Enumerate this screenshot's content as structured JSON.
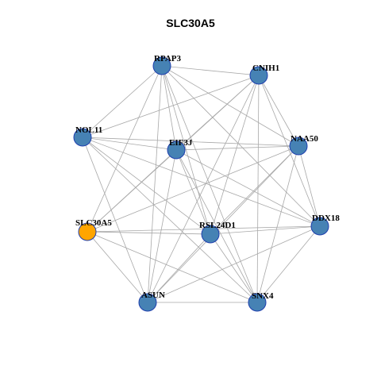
{
  "title": "SLC30A5",
  "colors": {
    "default_node": "#4682b4",
    "highlight_node": "#ffa500",
    "edge": "#a8a8a8",
    "node_border": "#1f3fae"
  },
  "nodes": [
    {
      "id": "RPAP3",
      "label": "RPAP3",
      "highlight": false
    },
    {
      "id": "CNIH1",
      "label": "CNIH1",
      "highlight": false
    },
    {
      "id": "NOL11",
      "label": "NOL11",
      "highlight": false
    },
    {
      "id": "EIF3J",
      "label": "EIF3J",
      "highlight": false
    },
    {
      "id": "NAA50",
      "label": "NAA50",
      "highlight": false
    },
    {
      "id": "SLC30A5",
      "label": "SLC30A5",
      "highlight": true
    },
    {
      "id": "RSL24D1",
      "label": "RSL24D1",
      "highlight": false
    },
    {
      "id": "DDX18",
      "label": "DDX18",
      "highlight": false
    },
    {
      "id": "ASUN",
      "label": "ASUN",
      "highlight": false
    },
    {
      "id": "SNX4",
      "label": "SNX4",
      "highlight": false
    }
  ],
  "edges": [
    [
      "RPAP3",
      "CNIH1"
    ],
    [
      "RPAP3",
      "NOL11"
    ],
    [
      "RPAP3",
      "NAA50"
    ],
    [
      "RPAP3",
      "EIF3J"
    ],
    [
      "RPAP3",
      "SLC30A5"
    ],
    [
      "RPAP3",
      "RSL24D1"
    ],
    [
      "RPAP3",
      "DDX18"
    ],
    [
      "RPAP3",
      "ASUN"
    ],
    [
      "RPAP3",
      "SNX4"
    ],
    [
      "CNIH1",
      "NOL11"
    ],
    [
      "CNIH1",
      "EIF3J"
    ],
    [
      "CNIH1",
      "NAA50"
    ],
    [
      "CNIH1",
      "SLC30A5"
    ],
    [
      "CNIH1",
      "RSL24D1"
    ],
    [
      "CNIH1",
      "DDX18"
    ],
    [
      "CNIH1",
      "ASUN"
    ],
    [
      "CNIH1",
      "SNX4"
    ],
    [
      "NOL11",
      "EIF3J"
    ],
    [
      "NOL11",
      "NAA50"
    ],
    [
      "NOL11",
      "RSL24D1"
    ],
    [
      "NOL11",
      "DDX18"
    ],
    [
      "NOL11",
      "ASUN"
    ],
    [
      "NOL11",
      "SNX4"
    ],
    [
      "EIF3J",
      "NAA50"
    ],
    [
      "EIF3J",
      "SLC30A5"
    ],
    [
      "EIF3J",
      "ASUN"
    ],
    [
      "EIF3J",
      "SNX4"
    ],
    [
      "EIF3J",
      "DDX18"
    ],
    [
      "EIF3J",
      "RSL24D1"
    ],
    [
      "NAA50",
      "SLC30A5"
    ],
    [
      "NAA50",
      "RSL24D1"
    ],
    [
      "NAA50",
      "ASUN"
    ],
    [
      "NAA50",
      "SNX4"
    ],
    [
      "NAA50",
      "DDX18"
    ],
    [
      "SLC30A5",
      "RSL24D1"
    ],
    [
      "SLC30A5",
      "DDX18"
    ],
    [
      "SLC30A5",
      "ASUN"
    ],
    [
      "SLC30A5",
      "SNX4"
    ],
    [
      "RSL24D1",
      "DDX18"
    ],
    [
      "RSL24D1",
      "ASUN"
    ],
    [
      "RSL24D1",
      "SNX4"
    ],
    [
      "DDX18",
      "ASUN"
    ],
    [
      "DDX18",
      "SNX4"
    ],
    [
      "ASUN",
      "SNX4"
    ]
  ]
}
